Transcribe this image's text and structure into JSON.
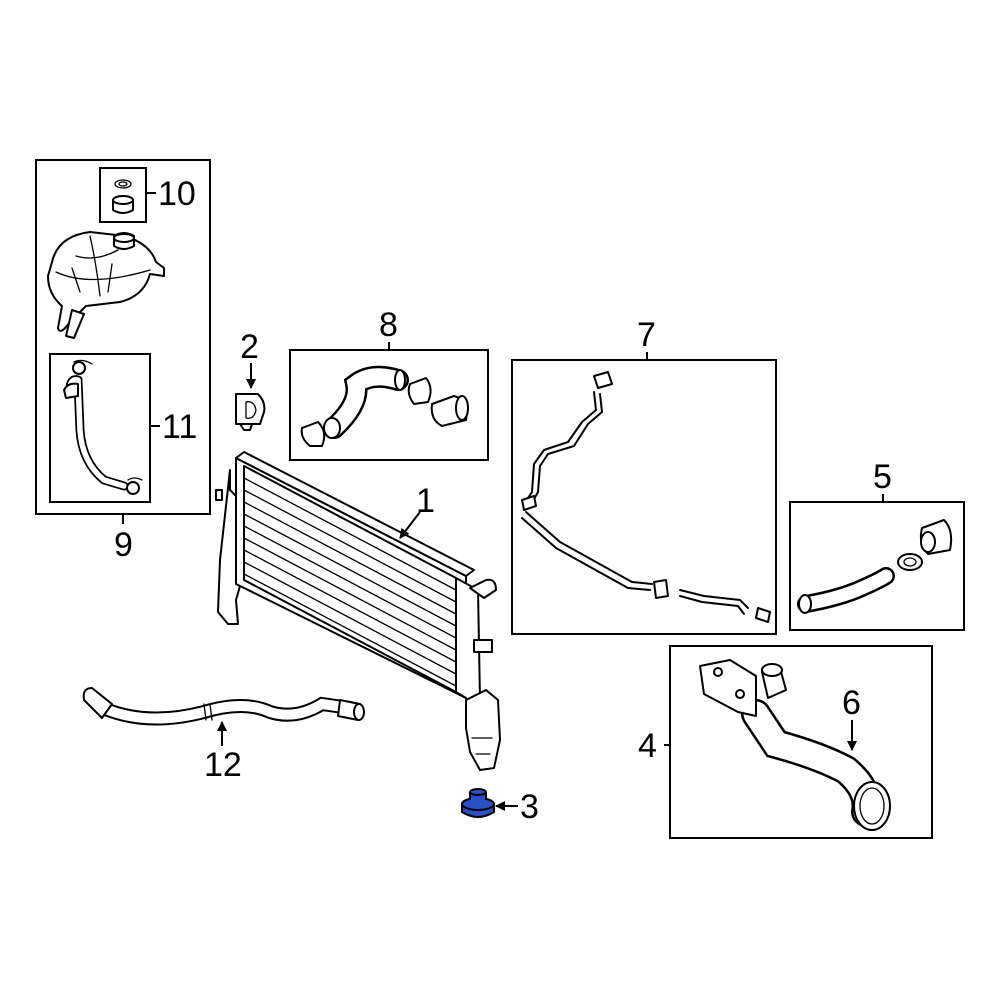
{
  "callouts": {
    "c1": "1",
    "c2": "2",
    "c3": "3",
    "c4": "4",
    "c5": "5",
    "c6": "6",
    "c7": "7",
    "c8": "8",
    "c9": "9",
    "c10": "10",
    "c11": "11",
    "c12": "12"
  },
  "highlight_part": "3",
  "colors": {
    "highlight": "#2b4fc4",
    "line": "#000000",
    "background": "#ffffff"
  }
}
